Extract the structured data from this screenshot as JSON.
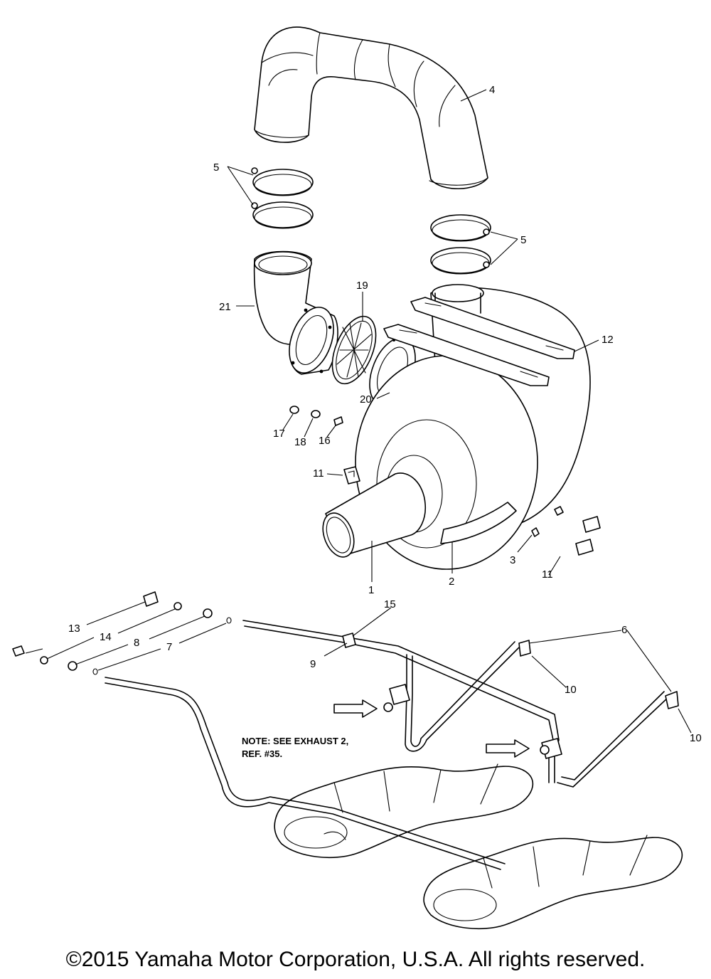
{
  "callouts": {
    "c1": "1",
    "c2": "2",
    "c3": "3",
    "c4": "4",
    "c5a": "5",
    "c5b": "5",
    "c6": "6",
    "c7": "7",
    "c8": "8",
    "c9": "9",
    "c10a": "10",
    "c10b": "10",
    "c11a": "11",
    "c11b": "11",
    "c12": "12",
    "c13": "13",
    "c14": "14",
    "c15": "15",
    "c16": "16",
    "c17": "17",
    "c18": "18",
    "c19": "19",
    "c20": "20",
    "c21": "21"
  },
  "note": {
    "line1": "NOTE: SEE EXHAUST 2,",
    "line2": "REF. #35."
  },
  "copyright": "©2015 Yamaha Motor Corporation, U.S.A. All rights reserved."
}
